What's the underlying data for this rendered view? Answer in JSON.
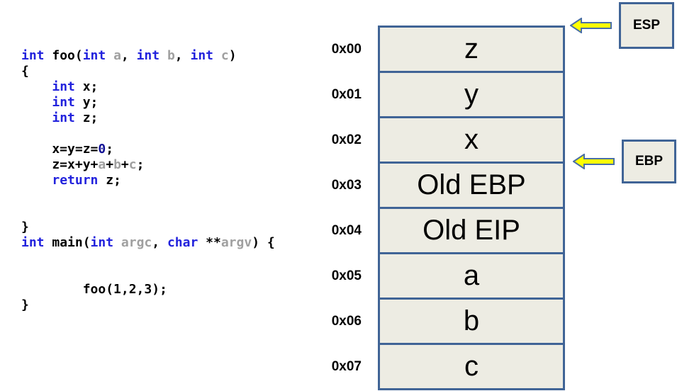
{
  "code": {
    "lines": [
      [
        {
          "t": "int",
          "c": "k"
        },
        {
          "t": " foo(",
          "c": "p"
        },
        {
          "t": "int",
          "c": "k"
        },
        {
          "t": " ",
          "c": "p"
        },
        {
          "t": "a",
          "c": "g"
        },
        {
          "t": ", ",
          "c": "p"
        },
        {
          "t": "int",
          "c": "k"
        },
        {
          "t": " ",
          "c": "p"
        },
        {
          "t": "b",
          "c": "g"
        },
        {
          "t": ", ",
          "c": "p"
        },
        {
          "t": "int",
          "c": "k"
        },
        {
          "t": " ",
          "c": "p"
        },
        {
          "t": "c",
          "c": "g"
        },
        {
          "t": ")",
          "c": "p"
        }
      ],
      [
        {
          "t": "{",
          "c": "p"
        }
      ],
      [
        {
          "t": "    ",
          "c": "p"
        },
        {
          "t": "int",
          "c": "k"
        },
        {
          "t": " x;",
          "c": "p"
        }
      ],
      [
        {
          "t": "    ",
          "c": "p"
        },
        {
          "t": "int",
          "c": "k"
        },
        {
          "t": " y;",
          "c": "p"
        }
      ],
      [
        {
          "t": "    ",
          "c": "p"
        },
        {
          "t": "int",
          "c": "k"
        },
        {
          "t": " z;",
          "c": "p"
        }
      ],
      [],
      [
        {
          "t": "    x=y=z=",
          "c": "p"
        },
        {
          "t": "0",
          "c": "n"
        },
        {
          "t": ";",
          "c": "p"
        }
      ],
      [
        {
          "t": "    z=x+y+",
          "c": "p"
        },
        {
          "t": "a",
          "c": "g"
        },
        {
          "t": "+",
          "c": "p"
        },
        {
          "t": "b",
          "c": "g"
        },
        {
          "t": "+",
          "c": "p"
        },
        {
          "t": "c",
          "c": "g"
        },
        {
          "t": ";",
          "c": "p"
        }
      ],
      [
        {
          "t": "    ",
          "c": "p"
        },
        {
          "t": "return",
          "c": "k"
        },
        {
          "t": " z;",
          "c": "p"
        }
      ],
      [],
      [],
      [
        {
          "t": "}",
          "c": "p"
        }
      ],
      [
        {
          "t": "int",
          "c": "k"
        },
        {
          "t": " main(",
          "c": "p"
        },
        {
          "t": "int",
          "c": "k"
        },
        {
          "t": " ",
          "c": "p"
        },
        {
          "t": "argc",
          "c": "g"
        },
        {
          "t": ", ",
          "c": "p"
        },
        {
          "t": "char",
          "c": "k"
        },
        {
          "t": " **",
          "c": "p"
        },
        {
          "t": "argv",
          "c": "g"
        },
        {
          "t": ") {",
          "c": "p"
        }
      ],
      [],
      [],
      [
        {
          "t": "        foo(1,2,3);",
          "c": "p"
        }
      ],
      [
        {
          "t": "}",
          "c": "p"
        }
      ]
    ]
  },
  "stack": {
    "cells": [
      {
        "address": "0x00",
        "label": "z"
      },
      {
        "address": "0x01",
        "label": "y"
      },
      {
        "address": "0x02",
        "label": "x"
      },
      {
        "address": "0x03",
        "label": "Old EBP"
      },
      {
        "address": "0x04",
        "label": "Old EIP"
      },
      {
        "address": "0x05",
        "label": "a"
      },
      {
        "address": "0x06",
        "label": "b"
      },
      {
        "address": "0x07",
        "label": "c"
      }
    ]
  },
  "pointers": {
    "esp_label": "ESP",
    "ebp_label": "EBP"
  },
  "colors": {
    "cell_fill": "#edece3",
    "cell_border": "#406496",
    "arrow_fill": "#ffff00",
    "arrow_stroke": "#4a6fa5",
    "keyword_blue": "#2222dd",
    "param_gray": "#a0a0a0",
    "number_blue": "#101095"
  }
}
